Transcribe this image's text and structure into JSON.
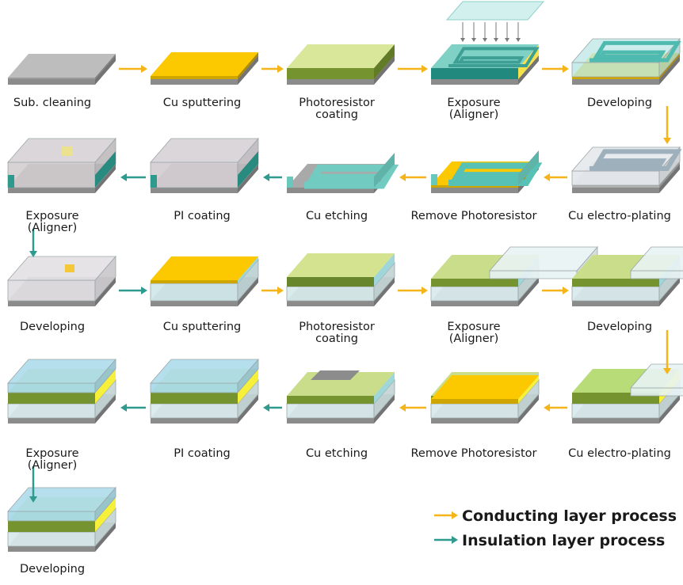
{
  "legend": {
    "conducting": "Conducting layer process",
    "insulation": "Insulation layer process"
  },
  "colors": {
    "conducting_arrow": "#f5b51a",
    "insulation_arrow": "#2f9a8e",
    "substrate": "#a9a9a9",
    "copper_layer": "#fcc900",
    "photoresist": "#c9dd8a",
    "pi_layer": "#9fd6d9",
    "teal_pattern": "#4fbab0",
    "yellow_side": "#f7f03a"
  },
  "steps": [
    {
      "id": 1,
      "label": [
        "Sub. cleaning"
      ],
      "kind": "substrate",
      "arrow_to_next": "conducting"
    },
    {
      "id": 2,
      "label": [
        "Cu sputtering"
      ],
      "kind": "cu-flat",
      "arrow_to_next": "conducting"
    },
    {
      "id": 3,
      "label": [
        "Photoresistor",
        "coating"
      ],
      "kind": "pr-coat",
      "arrow_to_next": "conducting"
    },
    {
      "id": 4,
      "label": [
        "Exposure",
        "(Aligner)"
      ],
      "kind": "exposure-mask",
      "arrow_to_next": "conducting"
    },
    {
      "id": 5,
      "label": [
        "Developing"
      ],
      "kind": "spiral-teal",
      "arrow_to_next": "conducting"
    },
    {
      "id": 6,
      "label": [
        "Cu electro-plating"
      ],
      "kind": "spiral-plated",
      "arrow_to_next": "conducting"
    },
    {
      "id": 7,
      "label": [
        "Remove Photoresistor"
      ],
      "kind": "spiral-remove",
      "arrow_to_next": "conducting"
    },
    {
      "id": 8,
      "label": [
        "Cu etching"
      ],
      "kind": "spiral-etched",
      "arrow_to_next": "insulation"
    },
    {
      "id": 9,
      "label": [
        "PI coating"
      ],
      "kind": "pi-box",
      "arrow_to_next": "insulation"
    },
    {
      "id": 10,
      "label": [
        "Exposure",
        "(Aligner)"
      ],
      "kind": "pi-exposed",
      "arrow_to_next": "insulation"
    },
    {
      "id": 11,
      "label": [
        "Developing"
      ],
      "kind": "pi-developed",
      "arrow_to_next": "insulation"
    },
    {
      "id": 12,
      "label": [
        "Cu sputtering"
      ],
      "kind": "cu-on-pi",
      "arrow_to_next": "conducting"
    },
    {
      "id": 13,
      "label": [
        "Photoresistor",
        "coating"
      ],
      "kind": "pr-on-pi",
      "arrow_to_next": "conducting"
    },
    {
      "id": 14,
      "label": [
        "Exposure",
        "(Aligner)"
      ],
      "kind": "two-level-a",
      "arrow_to_next": "conducting"
    },
    {
      "id": 15,
      "label": [
        "Developing"
      ],
      "kind": "two-level-b",
      "arrow_to_next": "conducting"
    },
    {
      "id": 16,
      "label": [
        "Cu electro-plating"
      ],
      "kind": "two-level-c",
      "arrow_to_next": "conducting"
    },
    {
      "id": 17,
      "label": [
        "Remove Photoresistor"
      ],
      "kind": "two-level-d",
      "arrow_to_next": "conducting"
    },
    {
      "id": 18,
      "label": [
        "Cu etching"
      ],
      "kind": "two-level-e",
      "arrow_to_next": "insulation"
    },
    {
      "id": 19,
      "label": [
        "PI coating"
      ],
      "kind": "two-level-f",
      "arrow_to_next": "insulation"
    },
    {
      "id": 20,
      "label": [
        "Exposure",
        "(Aligner)"
      ],
      "kind": "two-level-g",
      "arrow_to_next": "insulation"
    },
    {
      "id": 21,
      "label": [
        "Developing"
      ],
      "kind": "two-level-g",
      "arrow_to_next": null
    }
  ]
}
